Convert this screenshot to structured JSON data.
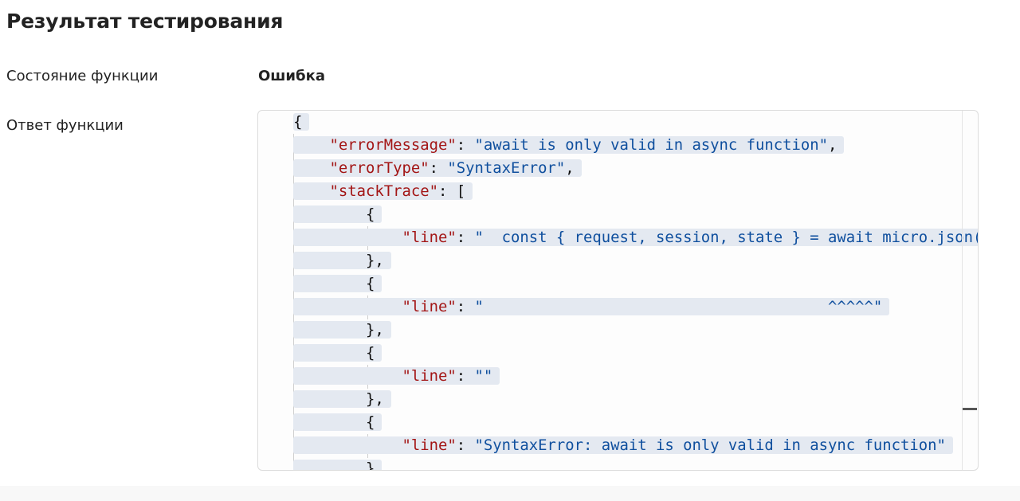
{
  "header": {
    "title": "Результат тестирования"
  },
  "status": {
    "label": "Состояние функции",
    "value": "Ошибка"
  },
  "response": {
    "label": "Ответ функции",
    "lines": [
      [
        {
          "c": "p",
          "v": "{"
        }
      ],
      [
        {
          "c": "p",
          "v": "    "
        },
        {
          "c": "k",
          "v": "\"errorMessage\""
        },
        {
          "c": "p",
          "v": ": "
        },
        {
          "c": "s",
          "v": "\"await is only valid in async function\""
        },
        {
          "c": "p",
          "v": ","
        }
      ],
      [
        {
          "c": "p",
          "v": "    "
        },
        {
          "c": "k",
          "v": "\"errorType\""
        },
        {
          "c": "p",
          "v": ": "
        },
        {
          "c": "s",
          "v": "\"SyntaxError\""
        },
        {
          "c": "p",
          "v": ","
        }
      ],
      [
        {
          "c": "p",
          "v": "    "
        },
        {
          "c": "k",
          "v": "\"stackTrace\""
        },
        {
          "c": "p",
          "v": ": ["
        }
      ],
      [
        {
          "c": "p",
          "v": "        {"
        }
      ],
      [
        {
          "c": "p",
          "v": "            "
        },
        {
          "c": "k",
          "v": "\"line\""
        },
        {
          "c": "p",
          "v": ": "
        },
        {
          "c": "s",
          "v": "\"  const { request, session, state } = await micro.json(req);\""
        }
      ],
      [
        {
          "c": "p",
          "v": "        },"
        }
      ],
      [
        {
          "c": "p",
          "v": "        {"
        }
      ],
      [
        {
          "c": "p",
          "v": "            "
        },
        {
          "c": "k",
          "v": "\"line\""
        },
        {
          "c": "p",
          "v": ": "
        },
        {
          "c": "s",
          "v": "\"                                      ^^^^^\""
        }
      ],
      [
        {
          "c": "p",
          "v": "        },"
        }
      ],
      [
        {
          "c": "p",
          "v": "        {"
        }
      ],
      [
        {
          "c": "p",
          "v": "            "
        },
        {
          "c": "k",
          "v": "\"line\""
        },
        {
          "c": "p",
          "v": ": "
        },
        {
          "c": "s",
          "v": "\"\""
        }
      ],
      [
        {
          "c": "p",
          "v": "        },"
        }
      ],
      [
        {
          "c": "p",
          "v": "        {"
        }
      ],
      [
        {
          "c": "p",
          "v": "            "
        },
        {
          "c": "k",
          "v": "\"line\""
        },
        {
          "c": "p",
          "v": ": "
        },
        {
          "c": "s",
          "v": "\"SyntaxError: await is only valid in async function\""
        }
      ],
      [
        {
          "c": "p",
          "v": "        }"
        }
      ]
    ]
  }
}
